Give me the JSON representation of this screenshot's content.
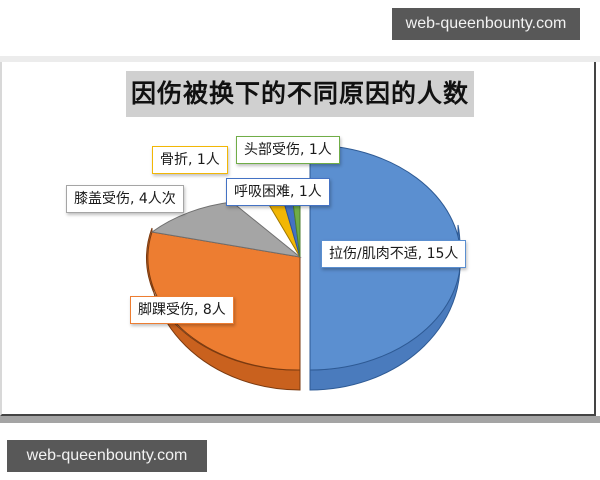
{
  "watermarks": {
    "top": "web-queenbounty.com",
    "bottom": "web-queenbounty.com"
  },
  "chart_data": {
    "type": "pie",
    "title": "因伤被换下的不同原因的人数",
    "style": "3d-exploded",
    "slices": [
      {
        "label": "拉伤/肌肉不适",
        "value": 15,
        "unit": "人",
        "color": "#5b8fd0"
      },
      {
        "label": "脚踝受伤",
        "value": 8,
        "unit": "人",
        "color": "#ed7d31"
      },
      {
        "label": "膝盖受伤",
        "value": 4,
        "unit": "人次",
        "color": "#a5a5a5"
      },
      {
        "label": "骨折",
        "value": 1,
        "unit": "人",
        "color": "#f2b705"
      },
      {
        "label": "呼吸困难",
        "value": 1,
        "unit": "人",
        "color": "#4472c4"
      },
      {
        "label": "头部受伤",
        "value": 1,
        "unit": "人",
        "color": "#70ad47"
      }
    ],
    "data_labels": [
      "拉伤/肌肉不适, 15人",
      "脚踝受伤, 8人",
      "膝盖受伤, 4人次",
      "骨折, 1人",
      "呼吸困难, 1人",
      "头部受伤, 1人"
    ],
    "legend": "none"
  }
}
